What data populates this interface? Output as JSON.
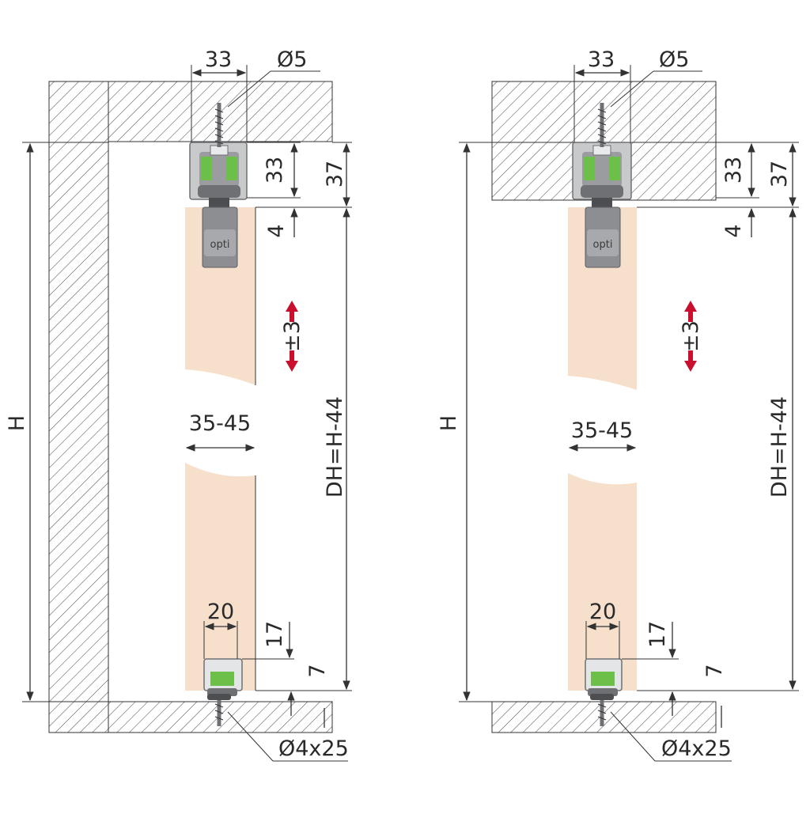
{
  "colors": {
    "wood": "#f6e0cb",
    "profile": "#c8c9cb",
    "profile_dark": "#6e7073",
    "green": "#6cc04a",
    "green_dark": "#3f8a2a",
    "arrow_red": "#c8102e",
    "hatch": "#555555",
    "line": "#333333"
  },
  "labels": {
    "left": {
      "top_width": "33",
      "screw_top": "Ø5",
      "track_height": "33",
      "overall_top": "37",
      "gap_top": "4",
      "adjust": "±3",
      "door_thickness": "35-45",
      "door_height": "DH=H-44",
      "guide_width": "20",
      "guide_height": "17",
      "guide_gap": "7",
      "screw_bottom": "Ø4x25",
      "room_height": "H",
      "brand": "opti"
    },
    "right": {
      "top_width": "33",
      "screw_top": "Ø5",
      "track_height": "33",
      "overall_top": "37",
      "gap_top": "4",
      "adjust": "±3",
      "door_thickness": "35-45",
      "door_height": "DH=H-44",
      "guide_width": "20",
      "guide_height": "17",
      "guide_gap": "7",
      "screw_bottom": "Ø4x25",
      "room_height": "H",
      "brand": "opti"
    }
  }
}
